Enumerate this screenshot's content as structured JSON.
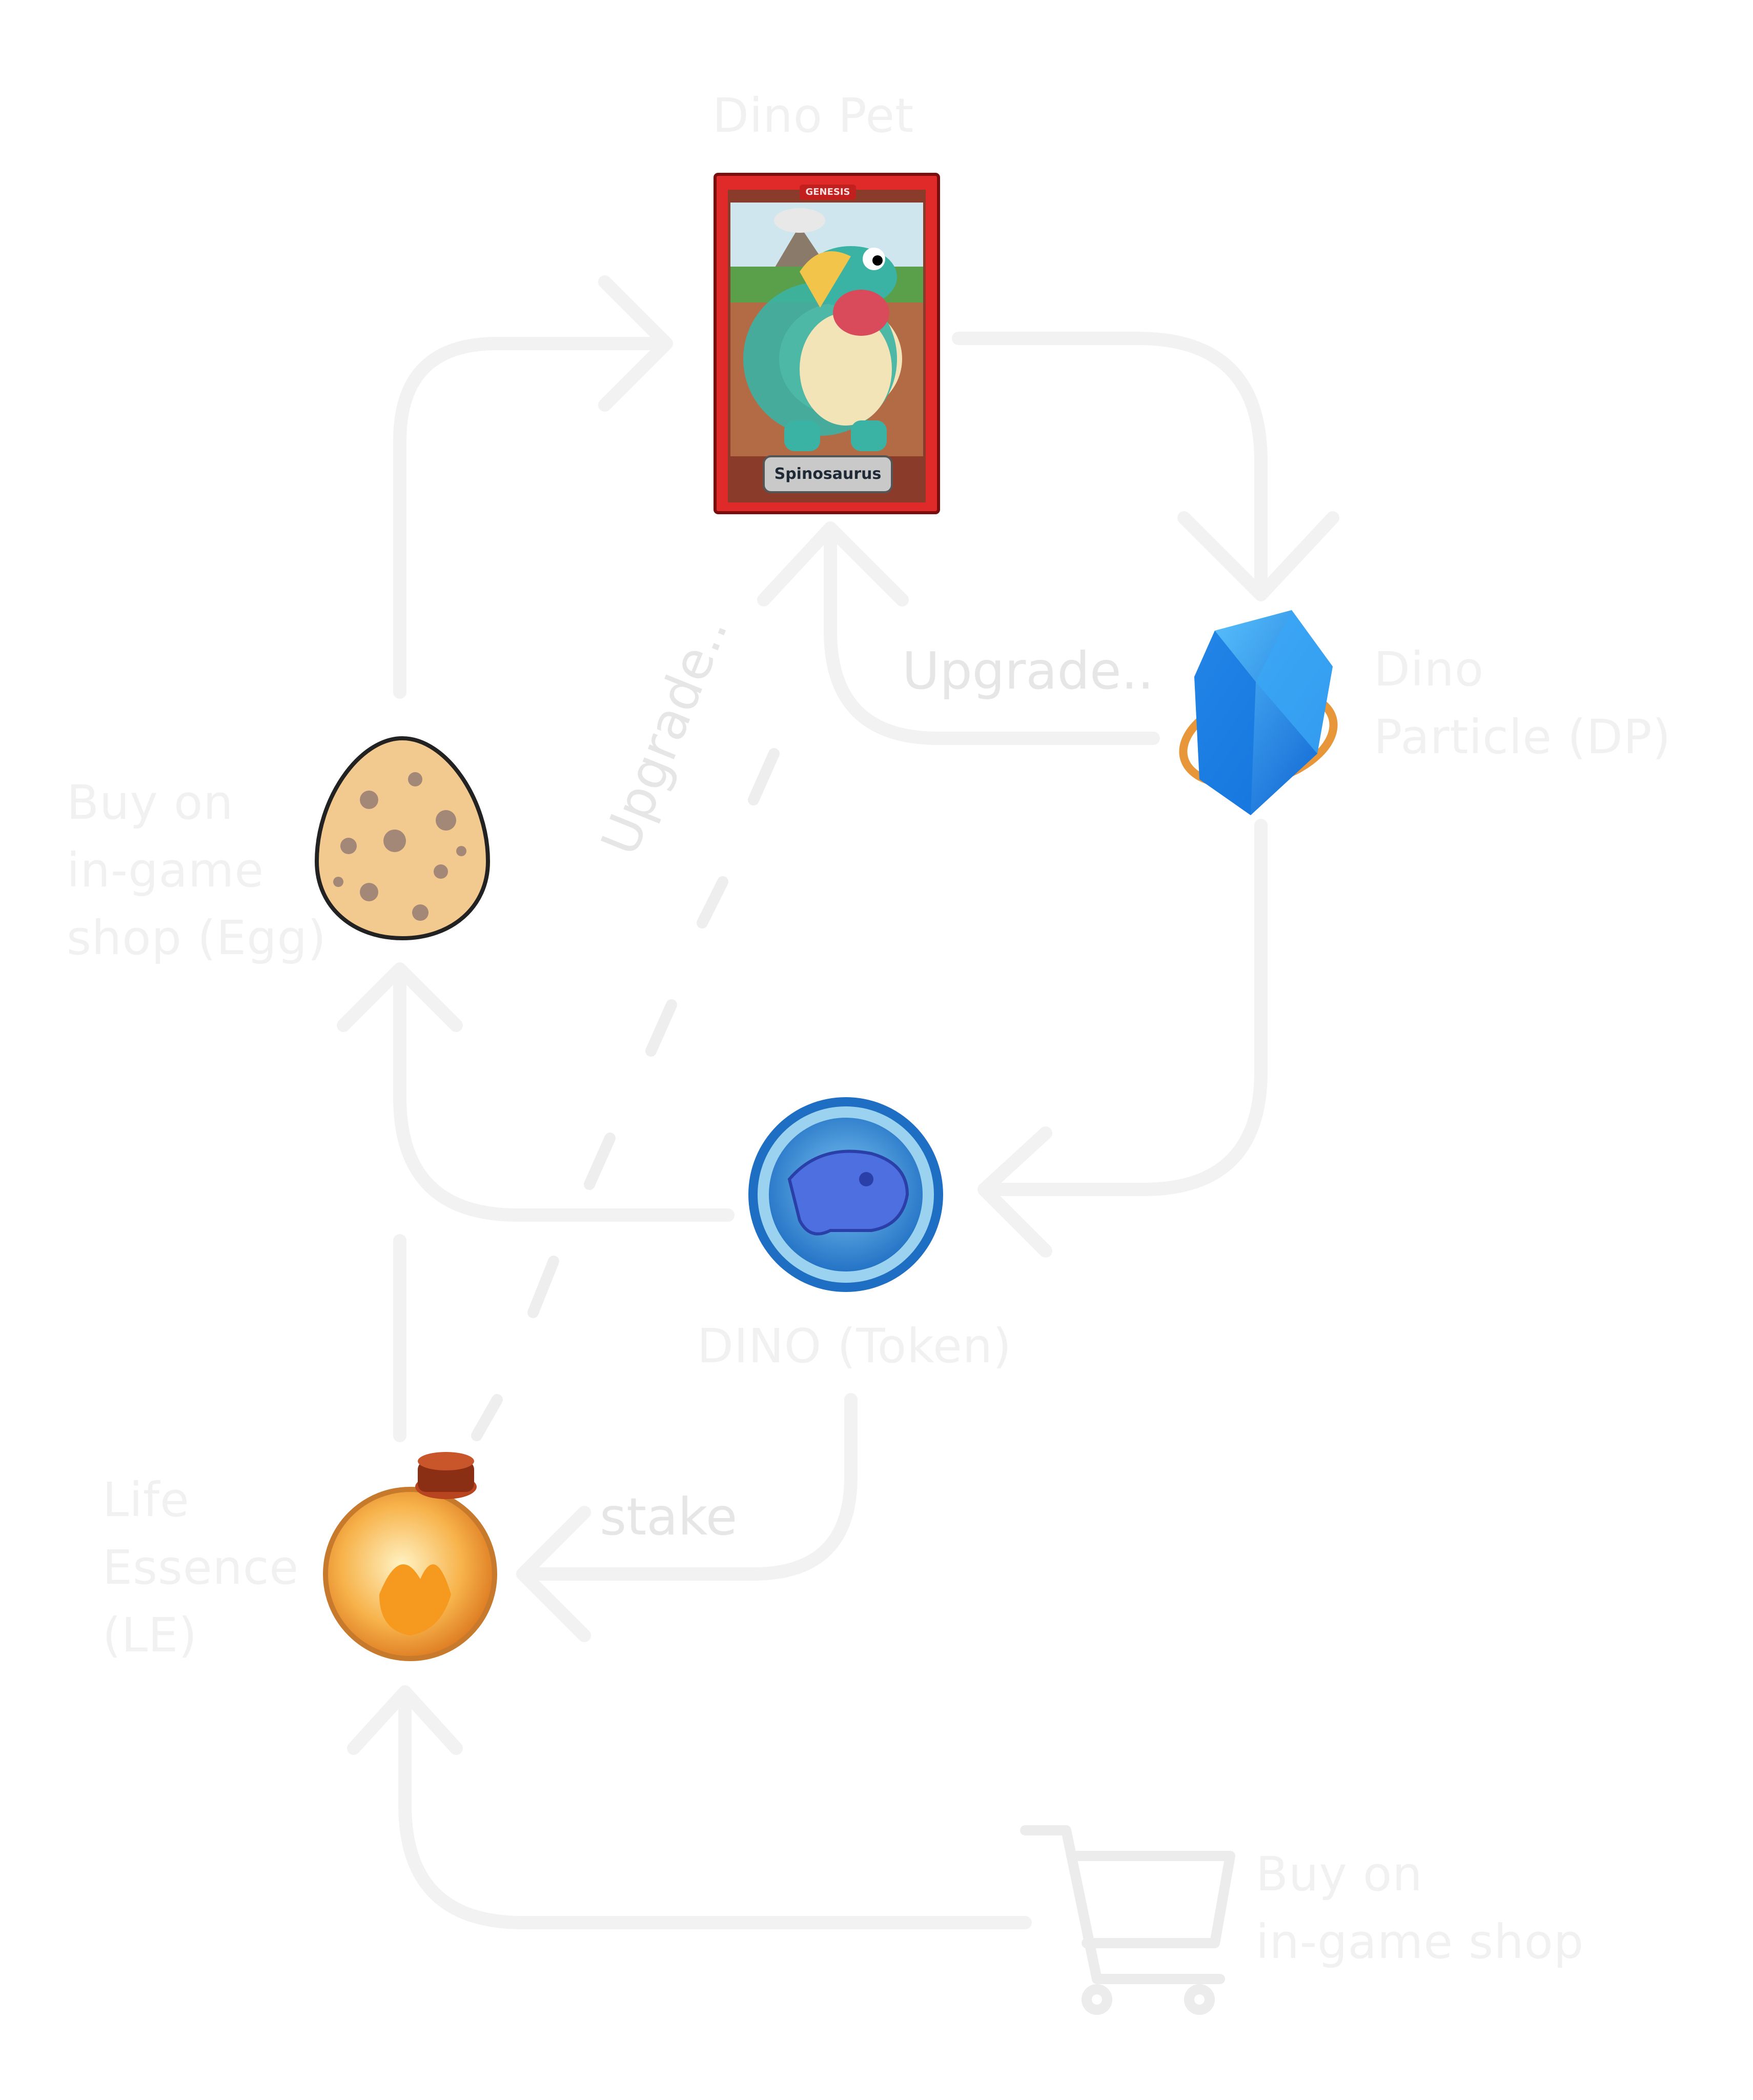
{
  "nodes": {
    "dino_pet": {
      "label": "Dino Pet",
      "card_banner": "GENESIS",
      "card_name": "Spinosaurus",
      "icon": "dino-card-icon"
    },
    "dino_particle": {
      "label_lines": [
        "Dino",
        "Particle (DP)"
      ],
      "icon": "crystal-icon"
    },
    "egg": {
      "label_lines": [
        "Buy on",
        "in-game",
        "shop (Egg)"
      ],
      "icon": "egg-icon"
    },
    "dino_token": {
      "label": "DINO (Token)",
      "icon": "dino-coin-icon"
    },
    "life_essence": {
      "label_lines": [
        "Life",
        "Essence",
        "(LE)"
      ],
      "icon": "potion-icon"
    },
    "shop": {
      "label_lines": [
        "Buy on",
        "in-game shop"
      ],
      "icon": "shopping-cart-icon"
    }
  },
  "edges": {
    "upgrade_dp": "Upgrade..",
    "upgrade_le": "Upgrade..",
    "stake": "stake"
  },
  "colors": {
    "arrow": "#f2f2f2",
    "label": "#f1f1f1",
    "card_frame": "#e02a2a",
    "crystal": "#1f8fe8",
    "coin": "#2f86d8",
    "egg": "#f2c98f"
  }
}
